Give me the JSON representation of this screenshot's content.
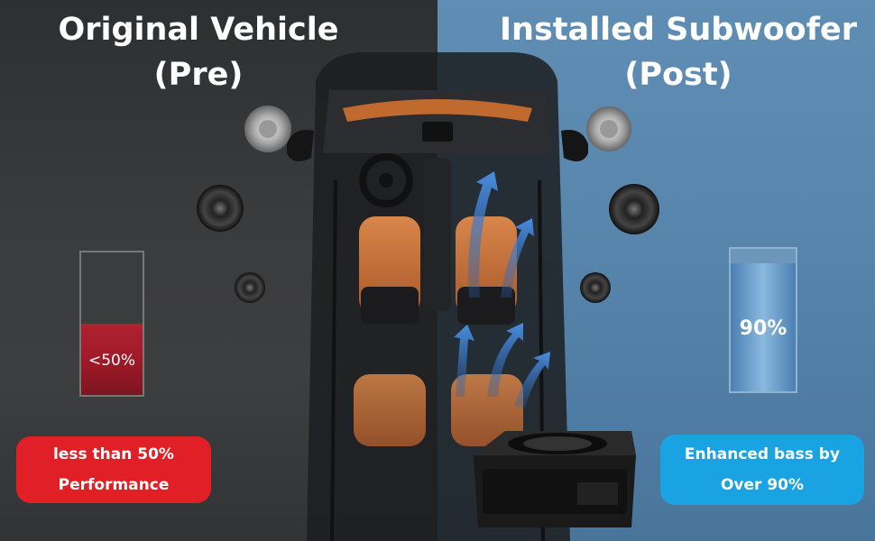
{
  "left": {
    "title_line1": "Original Vehicle",
    "title_line2": "(Pre)",
    "meter_label": "<50%",
    "meter_fill": 0.5,
    "badge_line1": "less than 50%",
    "badge_line2": "Performance",
    "badge_color": "#e01f26"
  },
  "right": {
    "title_line1": "Installed Subwoofer",
    "title_line2": "(Post)",
    "meter_label": "90%",
    "meter_fill": 0.9,
    "badge_line1": "Enhanced bass by",
    "badge_line2": "Over 90%",
    "badge_color": "#1aa3e2"
  }
}
